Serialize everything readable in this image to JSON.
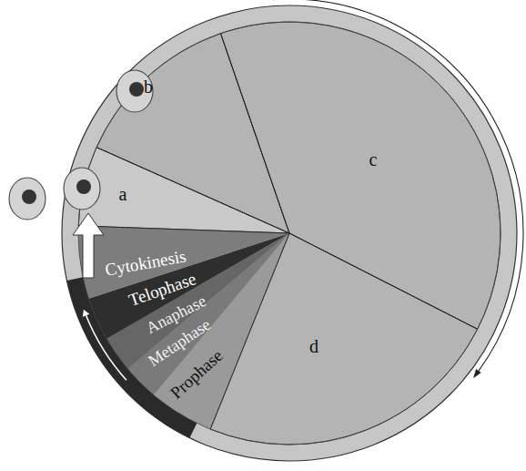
{
  "diagram": {
    "labels": [
      "b",
      "a",
      "c",
      "Cytokinesis",
      "Telophase",
      "Anaphase",
      "Metaphase",
      "Prophase",
      "d"
    ]
  }
}
